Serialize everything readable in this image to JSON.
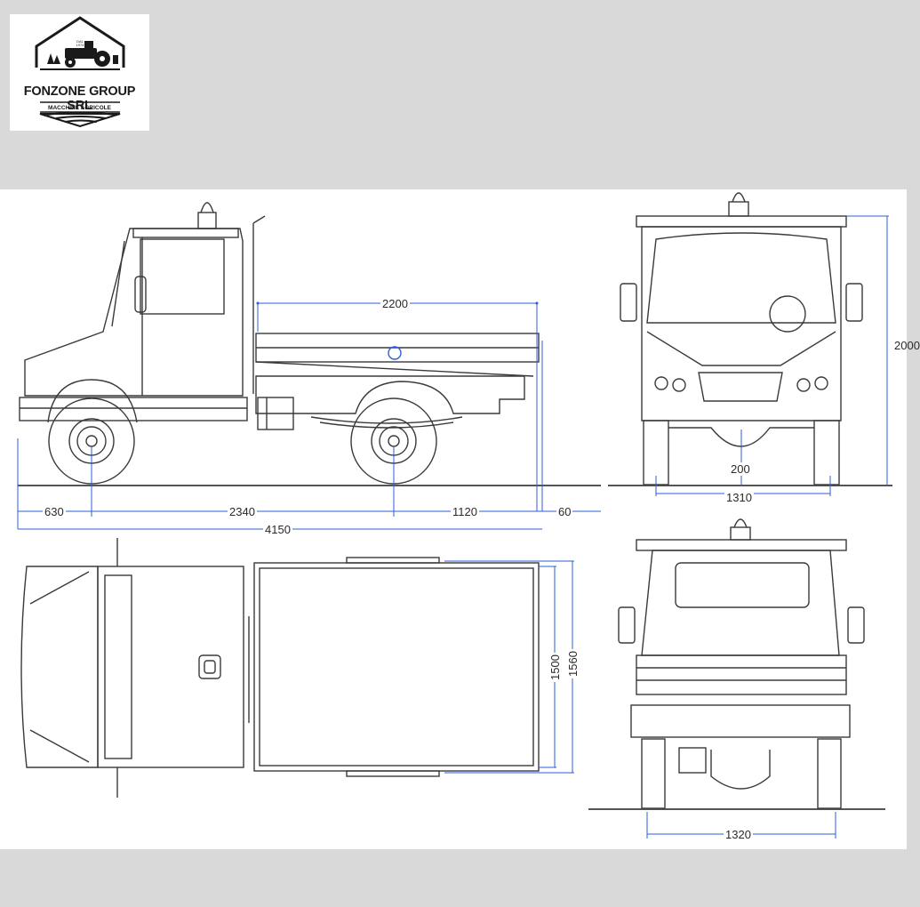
{
  "logo": {
    "brand": "FONZONE GROUP SRL",
    "tagline": "MACCHINE AGRICOLE",
    "since_top": "DAL",
    "since_year": "1974"
  },
  "dimensions": {
    "cargo_length": "2200",
    "total_height": "2000",
    "ground_clearance": "200",
    "front_track": "1310",
    "front_overhang": "630",
    "wheelbase": "2340",
    "rear_section": "1120",
    "rear_overhang": "60",
    "total_length": "4150",
    "bed_inner_width": "1500",
    "bed_outer_width": "1560",
    "rear_track": "1320"
  },
  "colors": {
    "dimension_line": "#2b5fd9",
    "drawing_line": "#3a3a3a",
    "ground_line": "#555555"
  }
}
